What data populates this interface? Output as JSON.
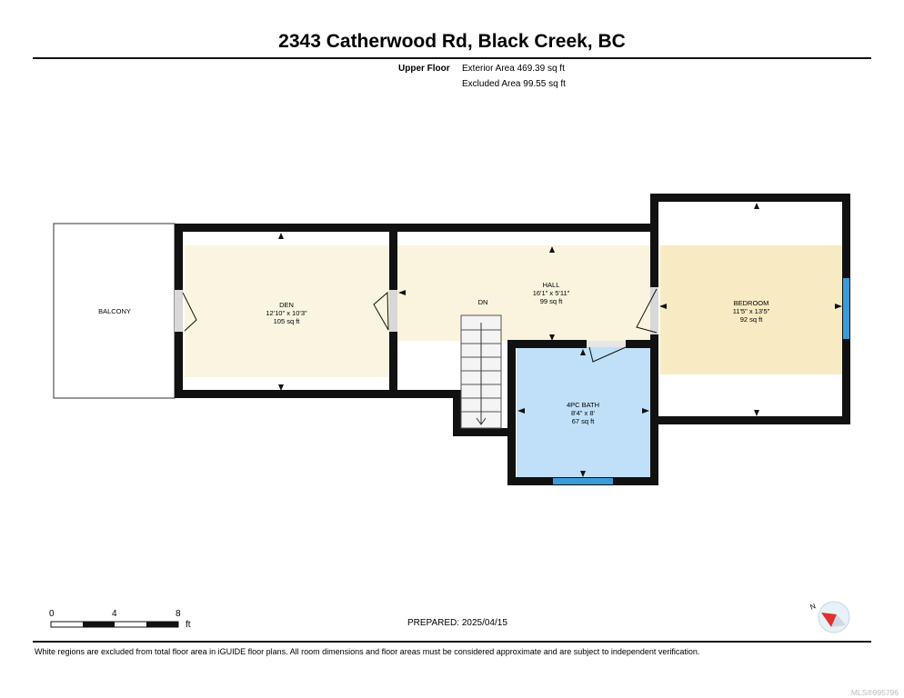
{
  "title": "2343 Catherwood Rd, Black Creek, BC",
  "floor": {
    "name": "Upper Floor",
    "exterior_area": "Exterior Area 469.39 sq ft",
    "excluded_area": "Excluded Area 99.55 sq ft"
  },
  "rooms": {
    "balcony": {
      "name": "BALCONY"
    },
    "den": {
      "name": "DEN",
      "dims": "12'10\" x 10'3\"",
      "area": "105 sq ft"
    },
    "hall": {
      "name": "HALL",
      "dims": "16'1\" x 5'11\"",
      "area": "99 sq ft"
    },
    "stairs": {
      "label": "DN"
    },
    "bedroom": {
      "name": "BEDROOM",
      "dims": "11'5\" x 13'5\"",
      "area": "92 sq ft"
    },
    "bath": {
      "name": "4PC BATH",
      "dims": "8'4\" x 8'",
      "area": "67 sq ft"
    }
  },
  "scale": {
    "ticks": [
      "0",
      "4",
      "8"
    ],
    "unit": "ft"
  },
  "prepared": "PREPARED: 2025/04/15",
  "compass_label": "N",
  "disclaimer": "White regions are excluded from total floor area in iGUIDE floor plans. All room dimensions and floor areas must be considered approximate and are subject to independent verification.",
  "mls": "MLS®995796",
  "colors": {
    "wall": "#111111",
    "den_fill": "#faf5e1",
    "hall_fill": "#faf3dd",
    "bedroom_fill": "#f8ebc3",
    "bath_fill": "#bfe0f8",
    "window": "#3a9bd8"
  }
}
